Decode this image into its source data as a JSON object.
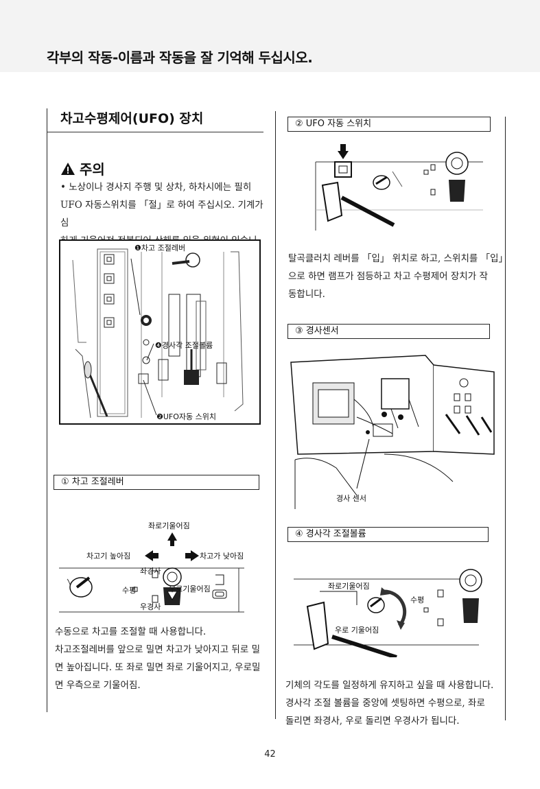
{
  "header": {
    "title": "각부의 작동-이름과 작동을 잘 기억해 두십시오."
  },
  "section": {
    "title": "차고수평제어(UFO) 장치"
  },
  "caution": {
    "heading": "주의",
    "lines": [
      "• 노상이나 경사지 주행 및 상차, 하차시에는 필히",
      "UFO 자동스위치를 「절」로 하여 주십시오. 기계가 심",
      "하게 기울어져 전복되어 상해를 입을 위험이 있습니다."
    ]
  },
  "overview_figure": {
    "label_1": "❶차고 조절레버",
    "label_4": "❹경사각 조절볼륨",
    "label_2": "❷UFO자동 스위치"
  },
  "height_lever": {
    "heading": "① 차고 조절레버",
    "fig_up": "좌로기울어짐",
    "fig_left": "차고기 높아짐",
    "fig_right": "차고가 낮아짐",
    "fig_down": "우로기울어짐",
    "fig_dial": "수평",
    "fig_dial_left": "좌경사",
    "fig_dial_right": "우경사",
    "lines": [
      "수동으로 차고를 조절할 때 사용합니다.",
      "차고조절레버를 앞으로 밀면 차고가 낮아지고 뒤로 밀",
      "면 높아집니다. 또 좌로 밀면 좌로 기울어지고, 우로밀",
      "면 우측으로 기울어짐."
    ]
  },
  "ufo_switch": {
    "heading": "② UFO 자동 스위치",
    "lines": [
      "탈곡클러치 레버를 「입」 위치로 하고, 스위치를 「입」",
      "으로 하면 램프가 점등하고 차고 수평제어 장치가 작",
      "동합니다."
    ]
  },
  "tilt_sensor": {
    "heading": "③ 경사센서",
    "fig_label": "경사 센서"
  },
  "tilt_volume": {
    "heading": "④ 경사각 조절볼륨",
    "fig_left": "좌로기울어짐",
    "fig_right": "우로 기울어짐",
    "fig_dial": "수평",
    "lines": [
      "기체의 각도를 일정하게 유지하고 싶을 때 사용합니다.",
      "경사각 조절 볼륨을 중앙에 셋팅하면 수평으로, 좌로",
      "돌리면 좌경사, 우로 돌리면 우경사가 됩니다."
    ]
  },
  "footer": {
    "page": "42"
  }
}
